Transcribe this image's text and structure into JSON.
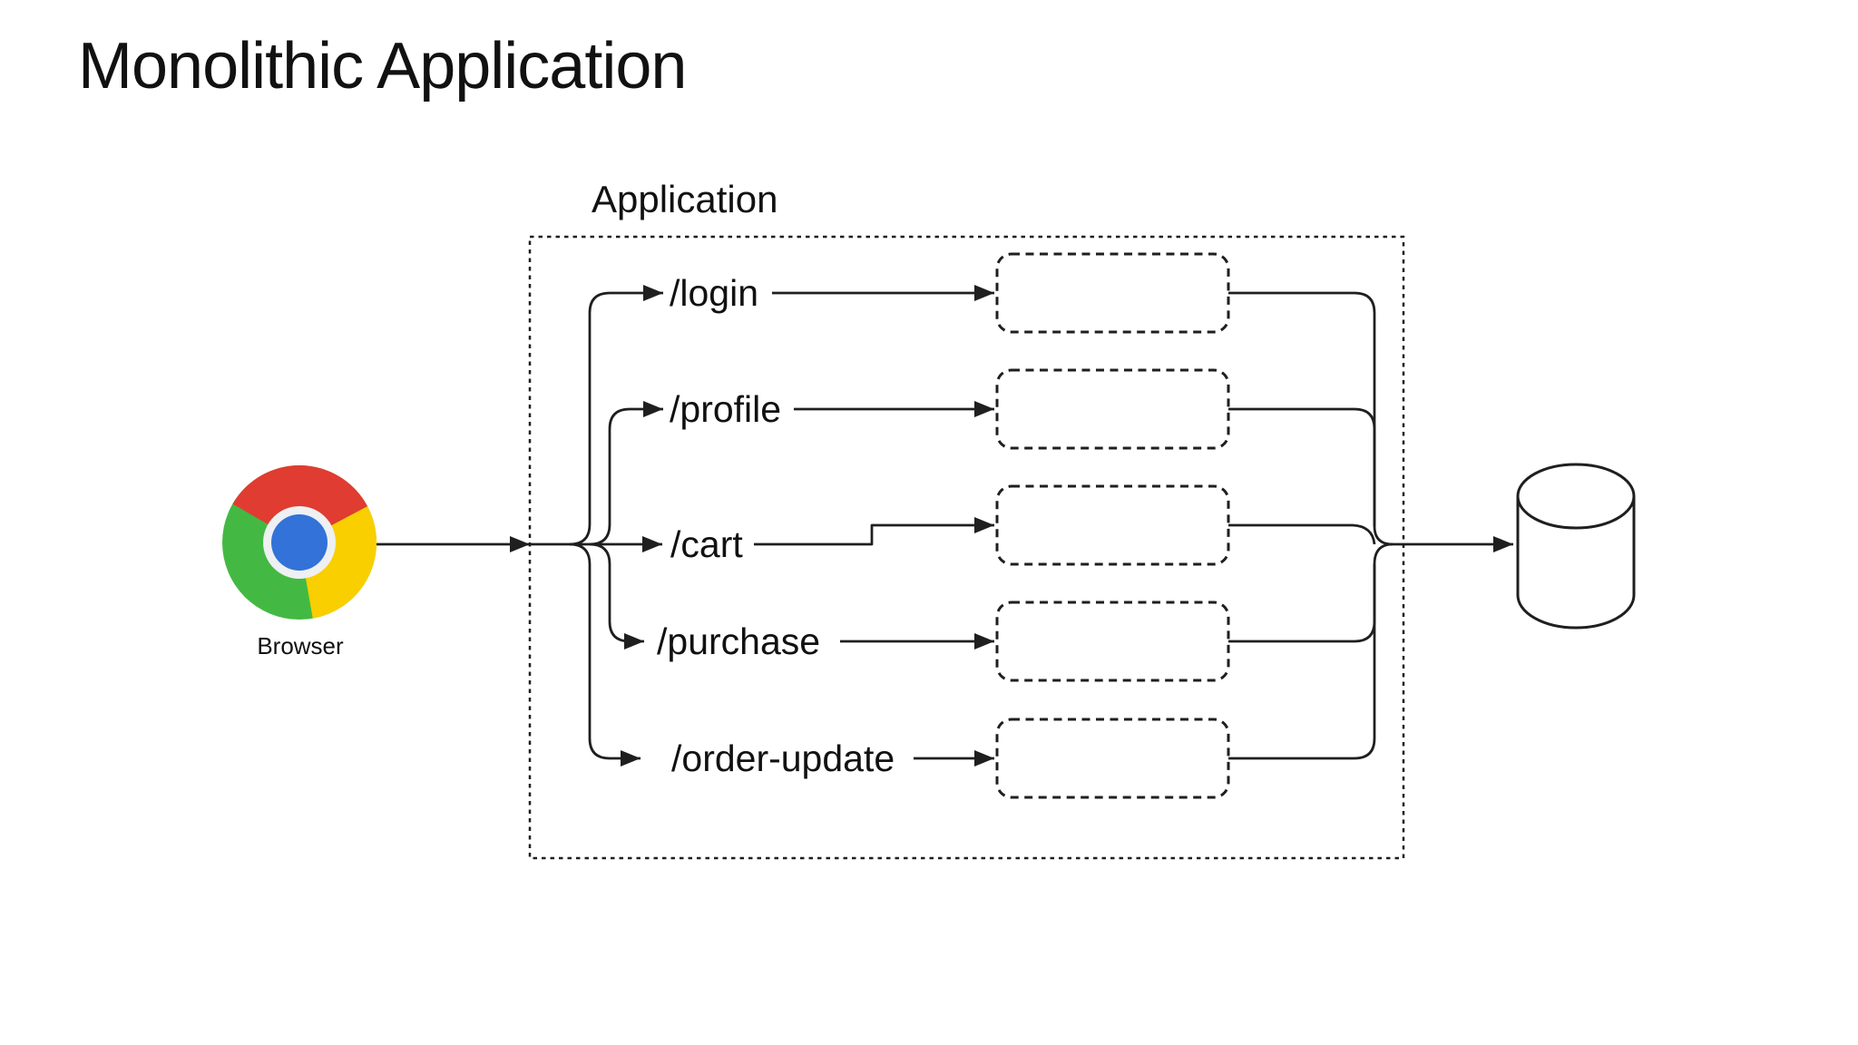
{
  "slide": {
    "title": "Monolithic Application"
  },
  "application": {
    "label": "Application",
    "routes": [
      {
        "label": "/login"
      },
      {
        "label": "/profile"
      },
      {
        "label": "/cart"
      },
      {
        "label": "/purchase"
      },
      {
        "label": "/order-update"
      }
    ]
  },
  "browser": {
    "label": "Browser"
  },
  "icons": {
    "browser": "chrome-logo-icon",
    "database": "database-cylinder-icon"
  },
  "colors": {
    "line": "#1f1f1f",
    "text": "#111111",
    "chrome_red": "#e03c31",
    "chrome_yellow": "#f9cf00",
    "chrome_green": "#43b943",
    "chrome_blue": "#3272d9",
    "chrome_ring": "#eef0f2",
    "background": "#ffffff"
  }
}
